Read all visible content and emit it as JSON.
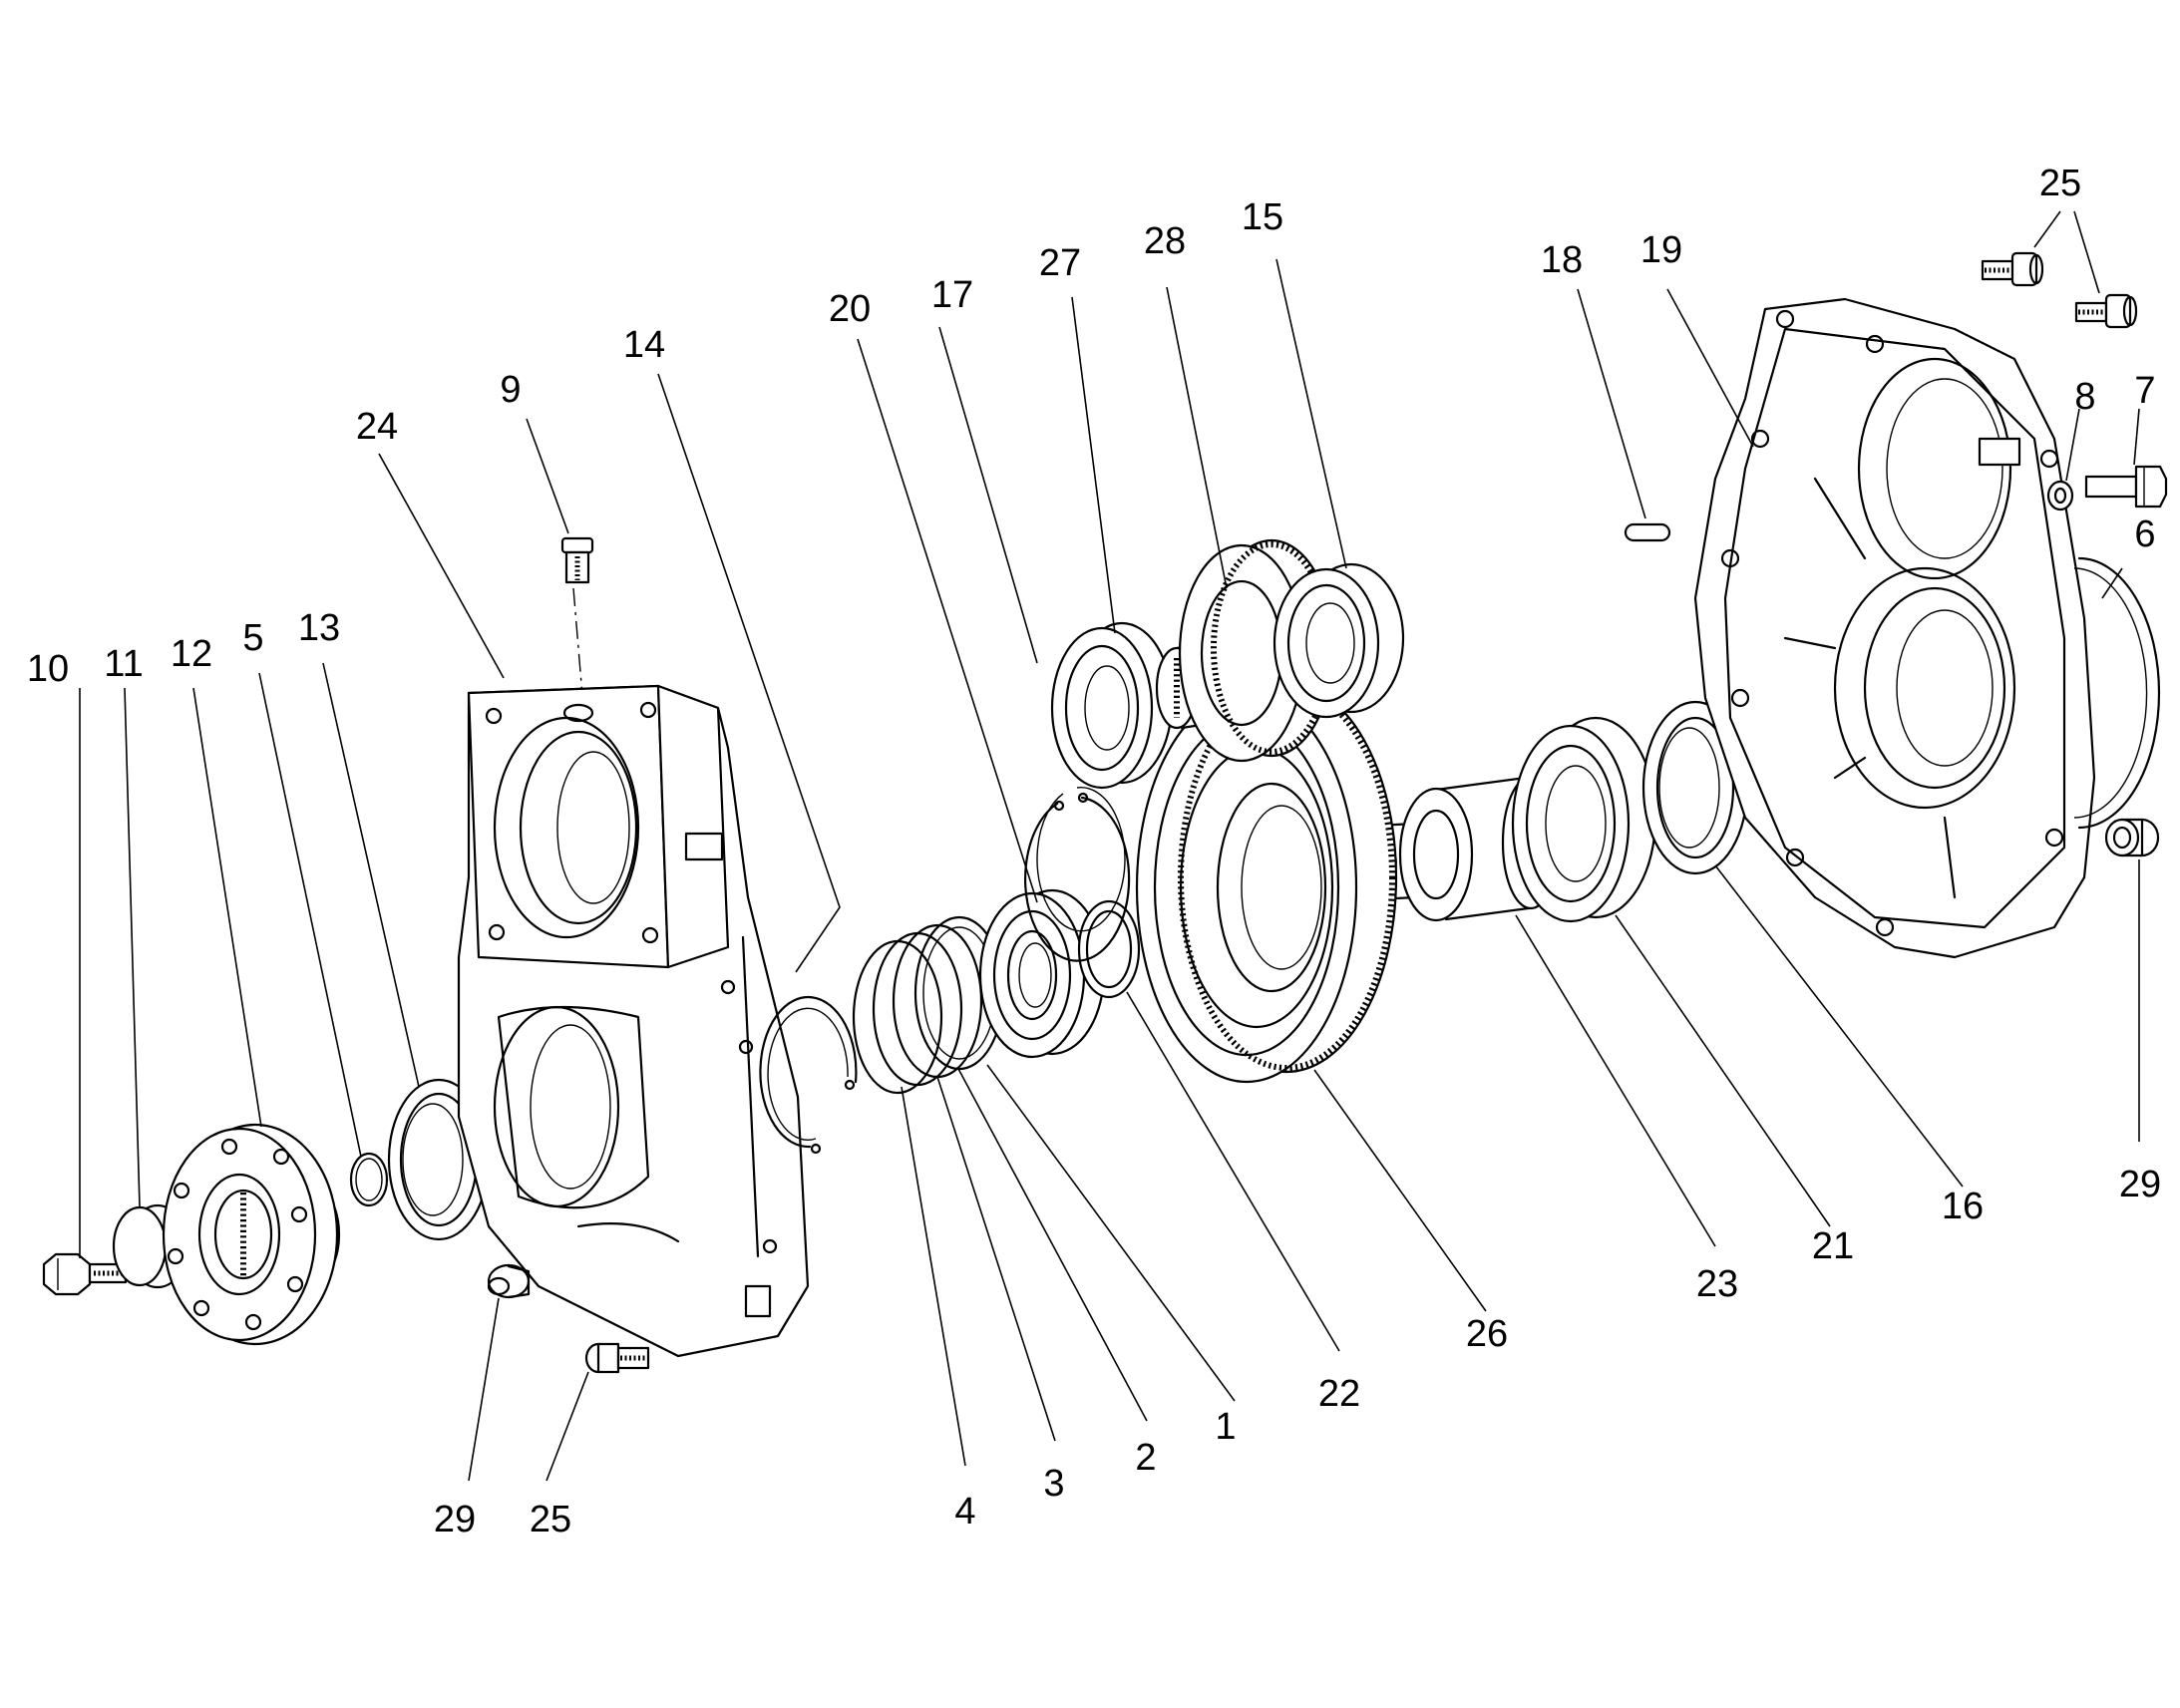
{
  "callouts": [
    {
      "id": "c10",
      "text": "10"
    },
    {
      "id": "c11",
      "text": "11"
    },
    {
      "id": "c12",
      "text": "12"
    },
    {
      "id": "c5",
      "text": "5"
    },
    {
      "id": "c13",
      "text": "13"
    },
    {
      "id": "c24",
      "text": "24"
    },
    {
      "id": "c9",
      "text": "9"
    },
    {
      "id": "c14",
      "text": "14"
    },
    {
      "id": "c20",
      "text": "20"
    },
    {
      "id": "c17",
      "text": "17"
    },
    {
      "id": "c27",
      "text": "27"
    },
    {
      "id": "c28",
      "text": "28"
    },
    {
      "id": "c15",
      "text": "15"
    },
    {
      "id": "c18",
      "text": "18"
    },
    {
      "id": "c19",
      "text": "19"
    },
    {
      "id": "c25a",
      "text": "25"
    },
    {
      "id": "c8",
      "text": "8"
    },
    {
      "id": "c7",
      "text": "7"
    },
    {
      "id": "c6",
      "text": "6"
    },
    {
      "id": "c29a",
      "text": "29"
    },
    {
      "id": "c16",
      "text": "16"
    },
    {
      "id": "c21",
      "text": "21"
    },
    {
      "id": "c23",
      "text": "23"
    },
    {
      "id": "c26",
      "text": "26"
    },
    {
      "id": "c22",
      "text": "22"
    },
    {
      "id": "c1",
      "text": "1"
    },
    {
      "id": "c2",
      "text": "2"
    },
    {
      "id": "c3",
      "text": "3"
    },
    {
      "id": "c4",
      "text": "4"
    },
    {
      "id": "c29b",
      "text": "29"
    },
    {
      "id": "c25b",
      "text": "25"
    }
  ]
}
